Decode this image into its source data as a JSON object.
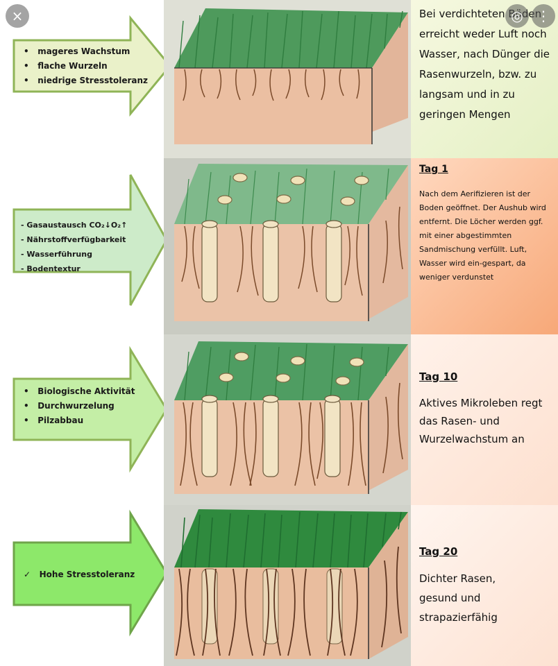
{
  "overlay": {
    "close_icon": "×",
    "lens_icon": "◎",
    "more_icon": "⋮"
  },
  "rows": [
    {
      "arrow_color": "#e9f0c6",
      "bullets": [
        "mageres Wachstum",
        "flache Wurzeln",
        "niedrige Stresstoleranz"
      ],
      "panel_title": "",
      "panel_text": "Bei verdichteten Böden erreicht weder Luft noch Wasser, nach Dünger die Rasenwurzeln, bzw. zu langsam und in zu geringen Mengen"
    },
    {
      "arrow_color": "#cfeccb",
      "bullets": [
        "Gasaustausch CO₂↓O₂↑",
        "Nährstoffverfügbarkeit",
        "Wasserführung",
        "Bodentextur"
      ],
      "panel_title": "Tag 1",
      "panel_text": "Nach dem Aerifizieren ist der Boden geöffnet. Der Aushub wird entfernt. Die Löcher werden ggf. mit einer abgestimmten Sandmischung verfüllt. Luft, Wasser wird ein-gespart, da weniger verdunstet"
    },
    {
      "arrow_color": "#c5efa6",
      "bullets": [
        "Biologische Aktivität",
        "Durchwurzelung",
        "Pilzabbau"
      ],
      "panel_title": "Tag 10",
      "panel_text": "Aktives Mikroleben regt das Rasen- und Wurzelwachstum an"
    },
    {
      "arrow_color": "#8fe86a",
      "bullets": [
        "Hohe Stresstoleranz"
      ],
      "panel_title": "Tag 20",
      "panel_text": "Dichter Rasen, gesund und strapazierfähig"
    }
  ]
}
